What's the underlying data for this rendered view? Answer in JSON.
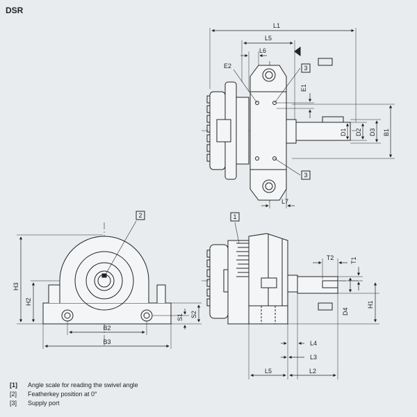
{
  "title": "DSR",
  "top_view": {
    "dims_h": [
      "L1",
      "L5",
      "L6",
      "L7"
    ],
    "dims_v": [
      "E1",
      "D1",
      "D2",
      "D3",
      "B1"
    ],
    "labels": [
      "E2"
    ],
    "callouts": [
      "3",
      "3"
    ]
  },
  "front_view": {
    "dims_h": [
      "B2",
      "B3"
    ],
    "dims_v": [
      "H3",
      "H2",
      "S1",
      "S2"
    ],
    "callouts": [
      "2"
    ]
  },
  "side_view": {
    "dims_h": [
      "T2",
      "L4",
      "L3",
      "L5",
      "L2"
    ],
    "dims_v": [
      "T1",
      "D4",
      "H1"
    ],
    "callouts": [
      "1"
    ]
  },
  "legend": [
    {
      "num": "[1]",
      "text": "Angle scale for reading the swivel angle",
      "bold": true
    },
    {
      "num": "[2]",
      "text": "Featherkey position at 0°",
      "bold": false
    },
    {
      "num": "[3]",
      "text": "Supply port",
      "bold": false
    }
  ],
  "colors": {
    "background": "#e9ecee",
    "line": "#222222",
    "part_fill": "#f4f5f6"
  }
}
